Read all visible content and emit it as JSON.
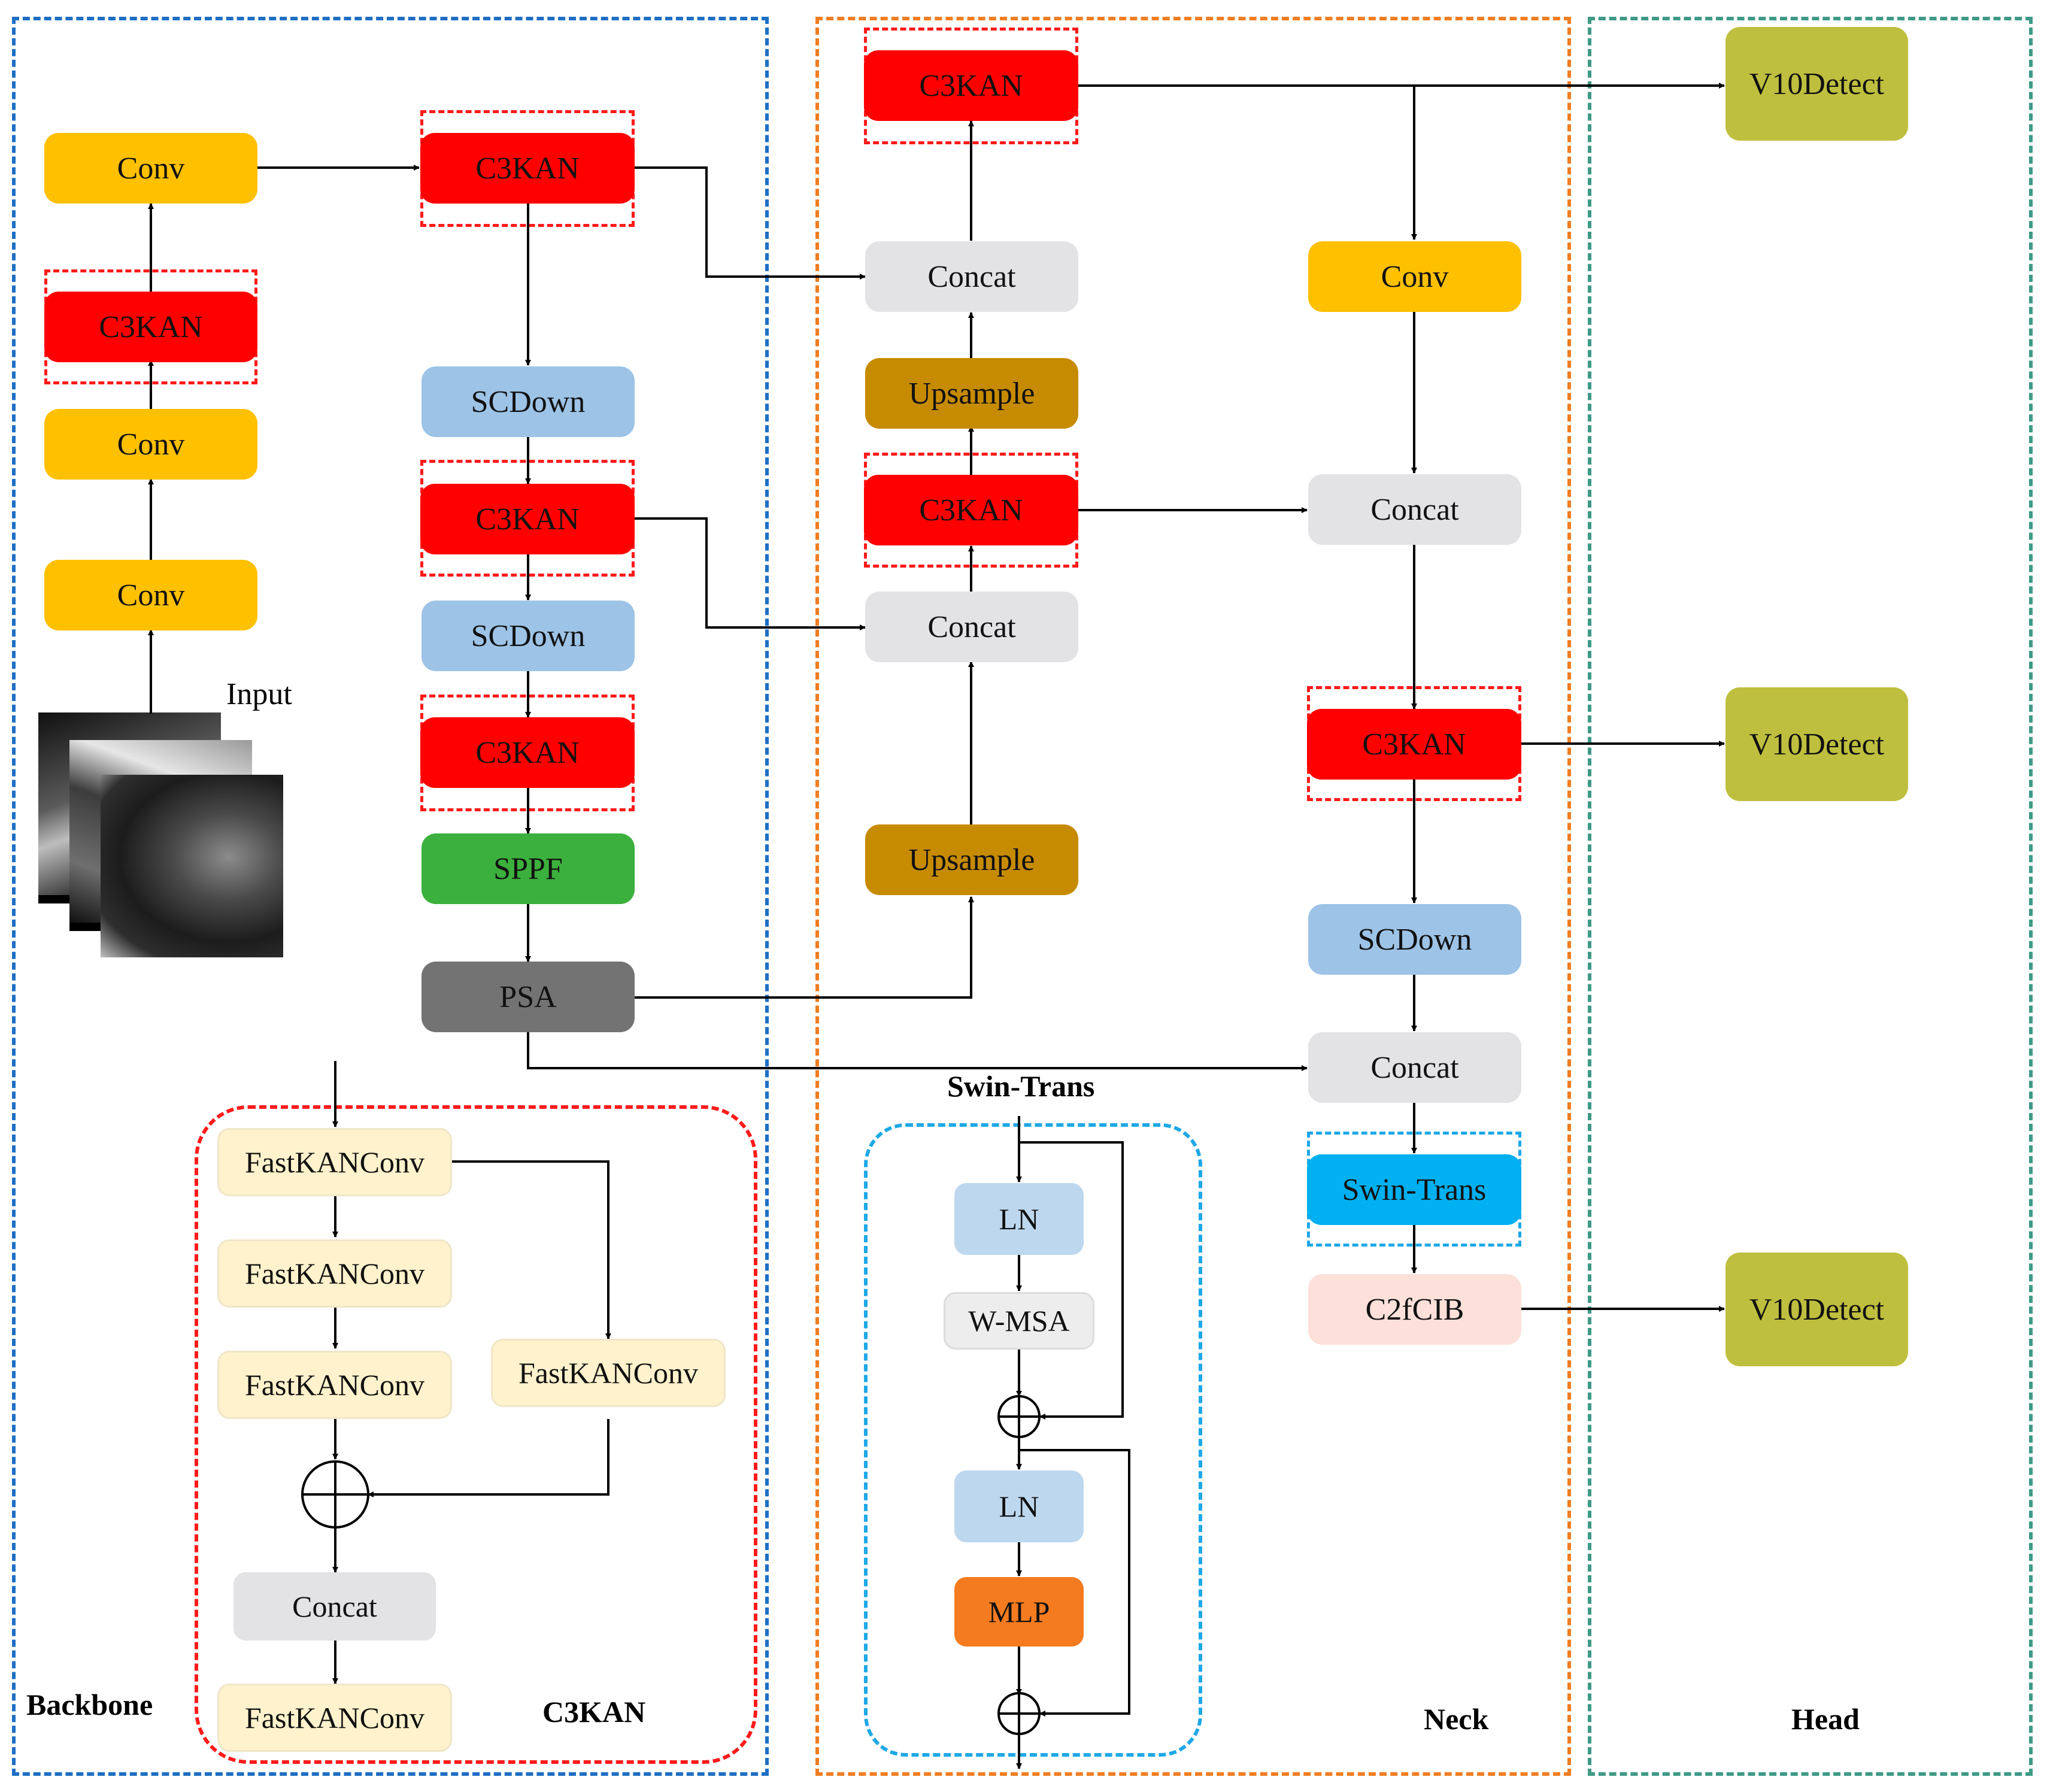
{
  "sections": {
    "backbone": "Backbone",
    "neck": "Neck",
    "head": "Head",
    "c3kan_detail": "C3KAN",
    "swin_detail": "Swin-Trans"
  },
  "input_label": "Input",
  "backbone": {
    "conv_1": "Conv",
    "conv_2": "Conv",
    "c3kan_1": "C3KAN",
    "conv_3": "Conv",
    "c3kan_2": "C3KAN",
    "scdown_1": "SCDown",
    "c3kan_3": "C3KAN",
    "scdown_2": "SCDown",
    "c3kan_4": "C3KAN",
    "sppf": "SPPF",
    "psa": "PSA"
  },
  "neck": {
    "c3kan_top": "C3KAN",
    "concat_top": "Concat",
    "upsample_top": "Upsample",
    "c3kan_mid": "C3KAN",
    "concat_mid": "Concat",
    "upsample_bottom": "Upsample",
    "conv_right": "Conv",
    "concat_right": "Concat",
    "c3kan_right": "C3KAN",
    "scdown_right": "SCDown",
    "concat_low": "Concat",
    "swin_trans": "Swin-Trans",
    "c2fcib": "C2fCIB"
  },
  "head": {
    "detect_1": "V10Detect",
    "detect_2": "V10Detect",
    "detect_3": "V10Detect"
  },
  "c3kan_block": {
    "fk_1": "FastKANConv",
    "fk_2": "FastKANConv",
    "fk_3": "FastKANConv",
    "fk_side": "FastKANConv",
    "concat": "Concat",
    "fk_out": "FastKANConv"
  },
  "swin_block": {
    "ln_1": "LN",
    "wmsa": "W-MSA",
    "ln_2": "LN",
    "mlp": "MLP"
  },
  "colors": {
    "backbone_border": "#1E6FC4",
    "neck_border": "#F07D22",
    "head_border": "#3E9A86",
    "c3kan_frame": "#FF1A1A",
    "swin_frame": "#1EA8E6",
    "conv": "#FFC000",
    "c3kan": "#FF0000",
    "scdown": "#9DC3E6",
    "sppf": "#3CB03C",
    "psa": "#737373",
    "concat": "#E3E3E6",
    "upsample": "#C68B00",
    "v10detect": "#BFBF3F",
    "swin_trans": "#00B0F0",
    "c2fcib": "#FCE0D9",
    "fastkanconv": "#FFF2CC",
    "ln": "#BDD7EE",
    "wmsa": "#EDEDED",
    "mlp": "#F47B1F"
  }
}
